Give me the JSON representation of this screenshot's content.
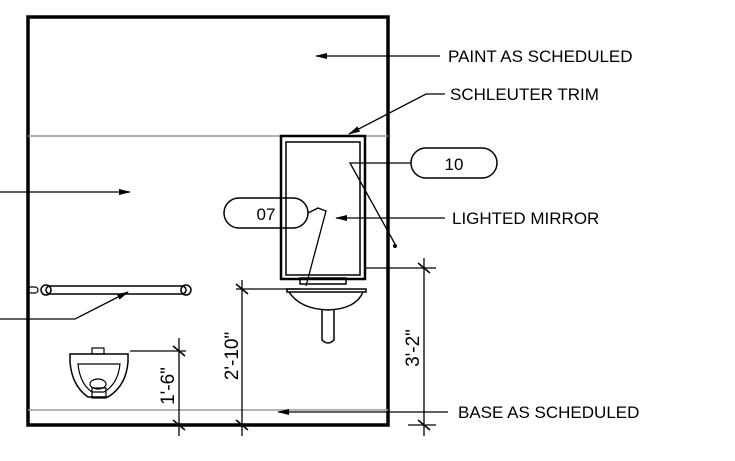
{
  "notes": {
    "paint": "PAINT AS SCHEDULED",
    "trim": "SCHLEUTER TRIM",
    "mirror": "LIGHTED MIRROR",
    "base": "BASE AS SCHEDULED"
  },
  "tags": {
    "mirror_tag": "10",
    "lavatory_tag": "07"
  },
  "dimensions": {
    "lavatory_height": "2'-10\"",
    "mirror_height": "3'-2\"",
    "urinal_height": "1'-6\""
  }
}
